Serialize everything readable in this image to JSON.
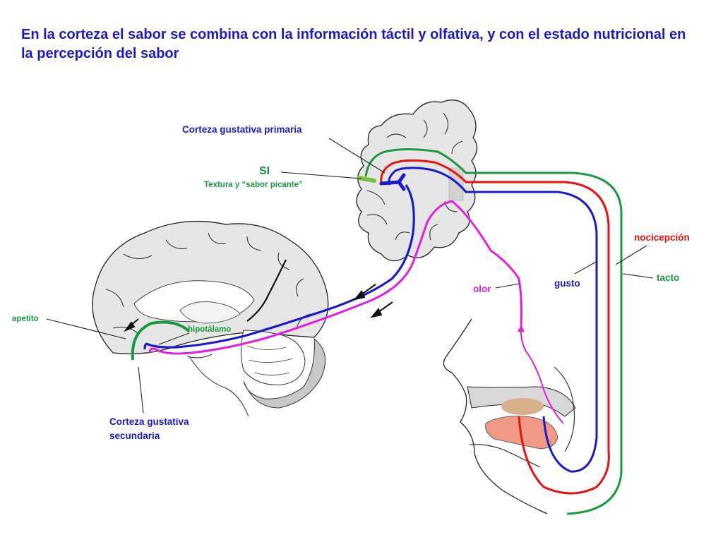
{
  "title": "En la corteza el sabor se combina con la información táctil y olfativa, y con el estado nutricional en la percepción del sabor",
  "labels": {
    "corteza_primaria": "Corteza gustativa primaria",
    "si": "SI",
    "textura": "Textura y “sabor picante”",
    "nocicepcion": "nocicepción",
    "tacto": "tacto",
    "gusto": "gusto",
    "olor": "olor",
    "apetito": "apetito",
    "hipotalamo": "hipotálamo",
    "corteza_secundaria_1": "Corteza gustativa",
    "corteza_secundaria_2": "secundaria"
  },
  "colors": {
    "gusto": "#1a1acc",
    "nocicepcion": "#e81010",
    "tacto": "#1a9a40",
    "olor": "#e020e0",
    "brain_fill": "#e6e6e6"
  }
}
